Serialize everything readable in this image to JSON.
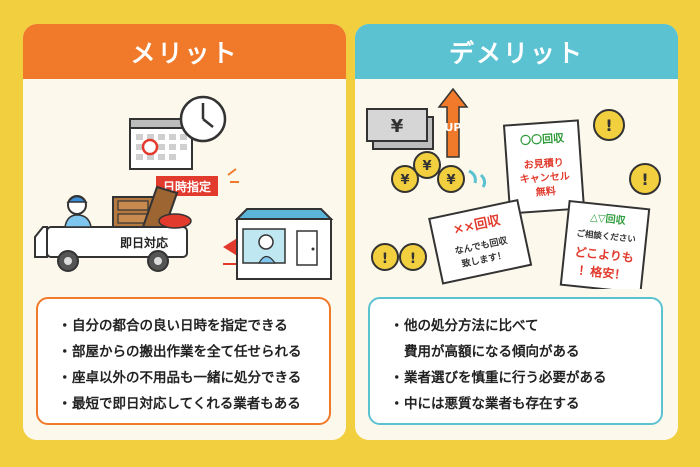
{
  "merit": {
    "title": "メリット",
    "tag": "日時指定",
    "truck_label": "即日対応",
    "items": [
      "自分の都合の良い日時を指定できる",
      "部屋からの搬出作業を全て任せられる",
      "座卓以外の不用品も一緒に処分できる",
      "最短で即日対応してくれる業者もある"
    ]
  },
  "demerit": {
    "title": "デメリット",
    "up_label": "UP",
    "yen": "¥",
    "flyer1": {
      "title": "〇〇回収",
      "line1": "お見積り",
      "line2": "キャンセル",
      "line3": "無料"
    },
    "flyer2": {
      "title": "××回収",
      "line1": "なんでも回収",
      "line2": "致します！"
    },
    "flyer3": {
      "title": "△▽回収",
      "line1": "ご相談ください",
      "line2": "どこよりも",
      "line3": "！格安！"
    },
    "items_first": "他の処分方法に比べて",
    "items_first_cont": "費用が高額になる傾向がある",
    "items": [
      "業者選びを慎重に行う必要がある",
      "中には悪質な業者も存在する"
    ]
  },
  "colors": {
    "background": "#f2cf3e",
    "merit_accent": "#f0792a",
    "demerit_accent": "#5bc2d2",
    "red": "#e23b2e"
  }
}
